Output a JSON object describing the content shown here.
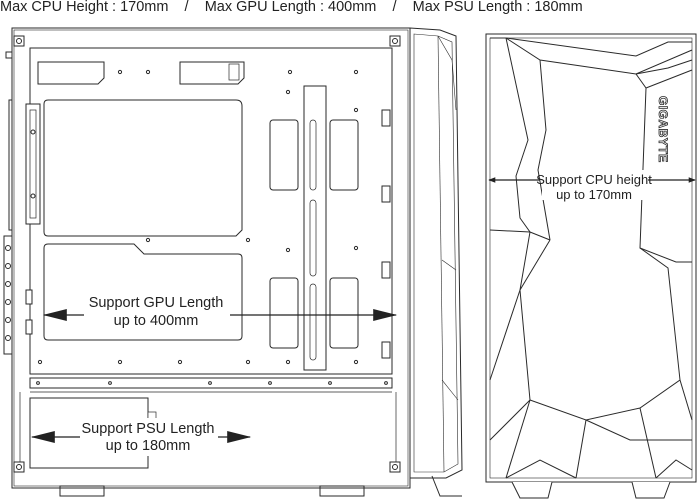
{
  "header": {
    "cpu_spec": "Max CPU Height : 170mm",
    "gpu_spec": "Max GPU Length : 400mm",
    "psu_spec": "Max PSU Length : 180mm",
    "separator": "/"
  },
  "side_view": {
    "gpu_label_line1": "Support GPU Length",
    "gpu_label_line2": "up to 400mm",
    "psu_label_line1": "Support PSU Length",
    "psu_label_line2": "up to 180mm"
  },
  "front_view": {
    "cpu_label_line1": "Support CPU height",
    "cpu_label_line2": "up to 170mm",
    "brand_logo": "GIGABYTE"
  },
  "colors": {
    "line": "#2a2a2a",
    "fill": "#ffffff",
    "text": "#222222"
  }
}
